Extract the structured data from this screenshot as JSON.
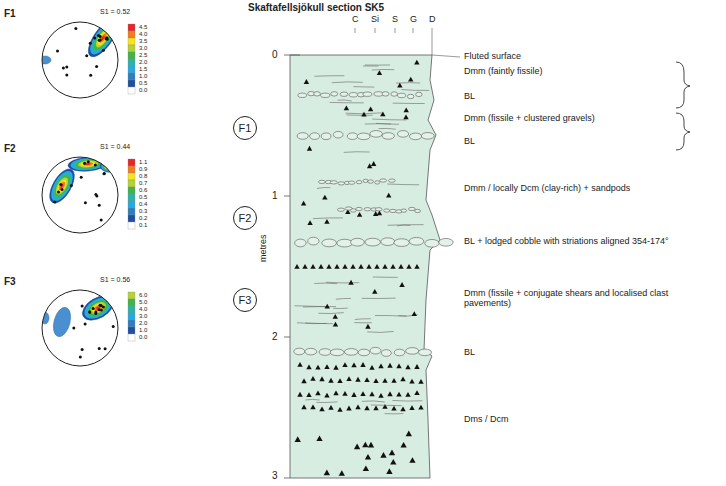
{
  "diagram": {
    "title": "Skaftafellsjökull section SK5",
    "nodes": [
      {
        "text": [
          "F1"
        ]
      },
      {
        "text": [
          "F2"
        ]
      },
      {
        "text": [
          "F3"
        ]
      }
    ],
    "labels": [
      "F1",
      "S1 = 0.52",
      "4.5",
      "4.0",
      "3.5",
      "3.0",
      "2.5",
      "2.0",
      "1.5",
      "1.0",
      "0.5",
      "0.0",
      "F2",
      "S1 = 0.44",
      "1.1",
      "0.9",
      "0.8",
      "0.7",
      "0.6",
      "0.5",
      "0.4",
      "0.3",
      "0.2",
      "0.1",
      "F3",
      "S1 = 0.56",
      "6.0",
      "5.0",
      "4.0",
      "3.0",
      "2.0",
      "1.0",
      "0.0",
      "C",
      "Si",
      "S",
      "G",
      "D",
      "0",
      "1",
      "2",
      "3",
      "metres",
      "Fluted surface",
      "Dmm (faintly fissile)",
      "BL",
      "Dmm (fissile + clustered gravels)",
      "BL",
      "Dmm / locally Dcm (clay-rich) + sandpods",
      "BL + lodged cobble with striations aligned 354-174°",
      "Dmm (fissile + conjugate shears and localised clast pavements)",
      "BL",
      "Dms / Dcm"
    ]
  }
}
